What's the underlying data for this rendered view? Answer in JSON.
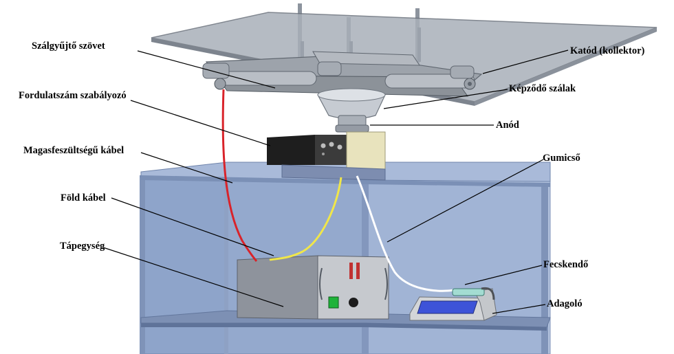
{
  "labels": {
    "fiber_collector_fabric": "Szálgyűjtő szövet",
    "cathode_collector": "Katód (kollektor)",
    "speed_controller": "Fordulatszám szabályozó",
    "forming_fibers": "Képződő szálak",
    "anode": "Anód",
    "high_voltage_cable": "Magasfeszültségű kábel",
    "rubber_tube": "Gumicső",
    "ground_cable": "Föld kábel",
    "power_supply": "Tápegység",
    "syringe": "Fecskendő",
    "dispenser": "Adagoló"
  },
  "colors": {
    "cabinet_glass": "#9aaed0",
    "cabinet_frame": "#7f93b8",
    "collector_glass": "#9aa3ae",
    "hv_cable": "#d9232a",
    "ground_cable": "#f0e64a",
    "rubber_tube": "#ffffff",
    "motor_box": "#1e1e1e",
    "anode_block": "#e8e3bd",
    "power_supply": "#8e939c",
    "switch_green": "#1fb33a",
    "pump_screen": "#3d53d8"
  }
}
